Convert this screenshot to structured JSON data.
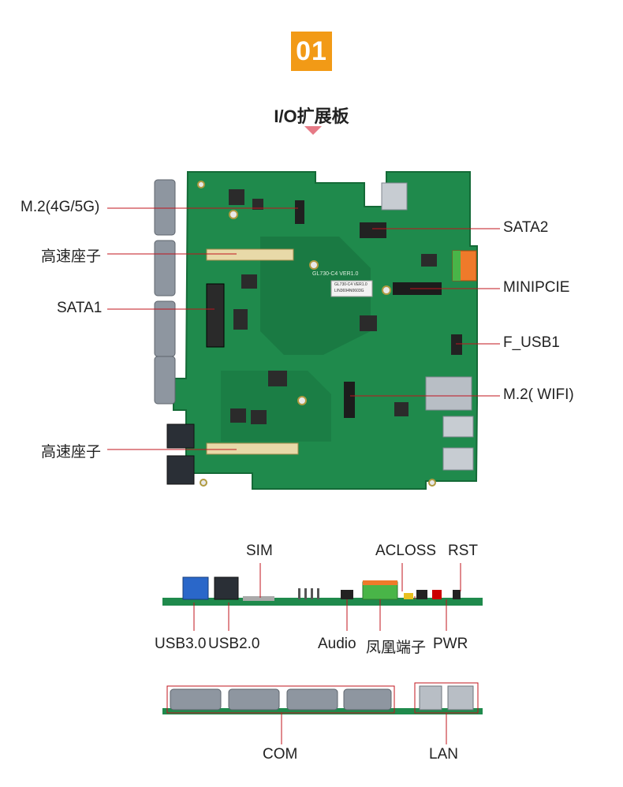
{
  "header": {
    "number": "01",
    "title": "I/O扩展板"
  },
  "board_text": {
    "version": "GL730-C4 VER1.0",
    "sticker_line1": "GL730-C4 VER1.0",
    "sticker_line2": "L/N3694N0603G"
  },
  "callouts": {
    "m2_4g5g": "M.2(4G/5G)",
    "connector_top": "高速座子",
    "sata1": "SATA1",
    "connector_bottom": "高速座子",
    "sata2": "SATA2",
    "minipcie": "MINIPCIE",
    "f_usb1": "F_USB1",
    "m2_wifi": "M.2( WIFI)"
  },
  "side_view_1": {
    "sim": "SIM",
    "acloss": "ACLOSS",
    "rst": "RST",
    "usb30": "USB3.0",
    "usb20": "USB2.0",
    "audio": "Audio",
    "phoenix": "凤凰端子",
    "pwr": "PWR"
  },
  "side_view_2": {
    "com": "COM",
    "lan": "LAN"
  },
  "colors": {
    "accent": "#f29a16",
    "pointer": "#e67a86",
    "leader": "#c0141e",
    "pcb": "#1f8a4c"
  }
}
